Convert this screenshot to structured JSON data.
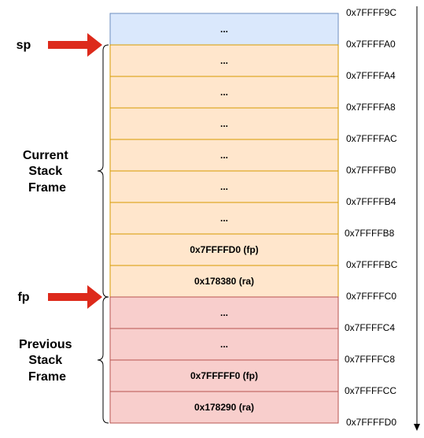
{
  "pointers": {
    "sp": "sp",
    "fp": "fp"
  },
  "frames": {
    "current": {
      "label_lines": [
        "Current",
        "Stack",
        "Frame"
      ],
      "fill": "#ffe6cc",
      "stroke": "#d79b00"
    },
    "previous": {
      "label_lines": [
        "Previous",
        "Stack",
        "Frame"
      ],
      "fill": "#f8cecc",
      "stroke": "#b85450"
    },
    "top_cell": {
      "fill": "#dae8fc",
      "stroke": "#6c8ebf"
    }
  },
  "arrow_color": "#dd2a1b",
  "cells": [
    {
      "text": "...",
      "frame": "top_cell"
    },
    {
      "text": "...",
      "frame": "current"
    },
    {
      "text": "...",
      "frame": "current"
    },
    {
      "text": "...",
      "frame": "current"
    },
    {
      "text": "...",
      "frame": "current"
    },
    {
      "text": "...",
      "frame": "current"
    },
    {
      "text": "...",
      "frame": "current"
    },
    {
      "text": "0x7FFFFD0 (fp)",
      "frame": "current"
    },
    {
      "text": "0x178380 (ra)",
      "frame": "current"
    },
    {
      "text": "...",
      "frame": "previous"
    },
    {
      "text": "...",
      "frame": "previous"
    },
    {
      "text": "0x7FFFFF0 (fp)",
      "frame": "previous"
    },
    {
      "text": "0x178290 (ra)",
      "frame": "previous"
    }
  ],
  "addresses": [
    "0x7FFFF9C",
    "0x7FFFFA0",
    "0x7FFFFA4",
    "0x7FFFFA8",
    "0x7FFFFAC",
    "0x7FFFFB0",
    "0x7FFFFB4",
    "0x7FFFFB8",
    "0x7FFFFBC",
    "0x7FFFFC0",
    "0x7FFFFC4",
    "0x7FFFFC8",
    "0x7FFFFCC",
    "0x7FFFFD0"
  ]
}
